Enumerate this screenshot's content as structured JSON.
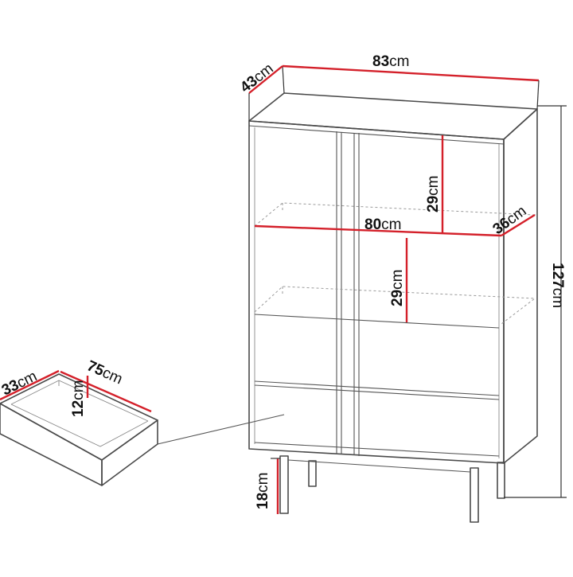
{
  "colors": {
    "outline": "#4a4a4a",
    "dimension_line": "#d4202a",
    "background": "#ffffff"
  },
  "unit": "cm",
  "dimensions": {
    "width": "83",
    "depth": "43",
    "height": "127",
    "shelf_width": "80",
    "shelf_depth": "36",
    "upper_compartment_height": "29",
    "lower_compartment_height": "29",
    "leg_height": "18",
    "drawer_width": "75",
    "drawer_depth": "33",
    "drawer_height": "12"
  }
}
